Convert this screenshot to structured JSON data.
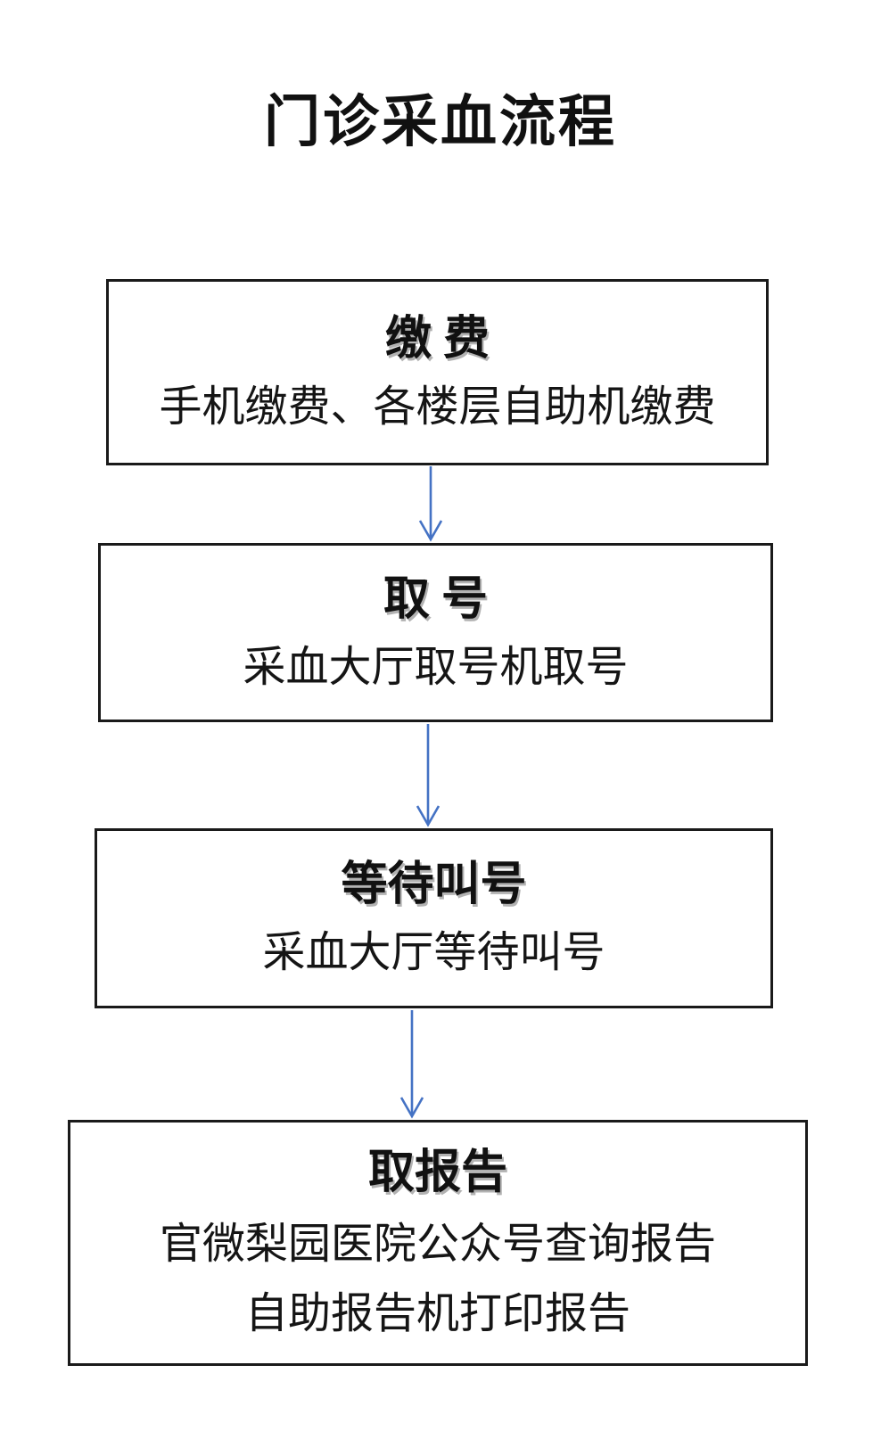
{
  "title": "门诊采血流程",
  "steps": [
    {
      "heading": "缴 费",
      "lines": [
        "手机缴费、各楼层自助机缴费"
      ]
    },
    {
      "heading": "取 号",
      "lines": [
        "采血大厅取号机取号"
      ]
    },
    {
      "heading": "等待叫号",
      "lines": [
        "采血大厅等待叫号"
      ]
    },
    {
      "heading": "取报告",
      "lines": [
        "官微梨园医院公众号查询报告",
        "自助报告机打印报告"
      ]
    }
  ],
  "colors": {
    "arrow": "#4472C4",
    "border": "#1a1a1a",
    "text": "#111111",
    "background": "#ffffff"
  }
}
